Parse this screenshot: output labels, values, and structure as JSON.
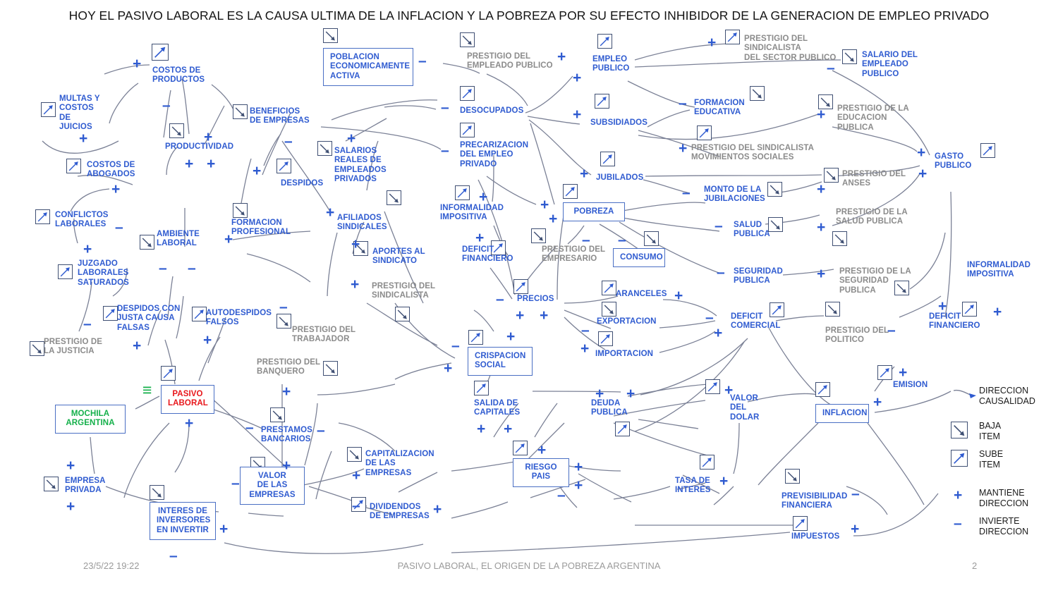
{
  "title": "HOY EL PASIVO LABORAL ES LA CAUSA ULTIMA DE LA INFLACION Y LA POBREZA POR SU EFECTO INHIBIDOR DE LA GENERACION DE EMPLEO PRIVADO",
  "footer": {
    "date": "23/5/22 19:22",
    "subject": "PASIVO LABORAL, EL ORIGEN DE LA POBREZA ARGENTINA",
    "page": "2"
  },
  "colors": {
    "node_blue": "#2f5bd0",
    "node_grey": "#8b8b8b",
    "accent_red": "#e8161b",
    "accent_green": "#14b04a",
    "link_grey": "#7b8196",
    "box_border": "#4a6fc4"
  },
  "legend": {
    "items": [
      {
        "icon": "arrow-icon",
        "label": "DIRECCION\nCAUSALIDAD"
      },
      {
        "icon": "down-arrow-icon",
        "label": "BAJA\nITEM"
      },
      {
        "icon": "up-arrow-icon",
        "label": "SUBE\nITEM"
      },
      {
        "icon": "plus-icon",
        "label": "MANTIENE\nDIRECCION"
      },
      {
        "icon": "minus-icon",
        "label": "INVIERTE\nDIRECCION"
      }
    ]
  },
  "chart_data": {
    "type": "diagram",
    "diagram_kind": "causal-loop-diagram",
    "title": "HOY EL PASIVO LABORAL ES LA CAUSA ULTIMA DE LA INFLACION Y LA POBREZA POR SU EFECTO INHIBIDOR DE LA GENERACION DE EMPLEO PRIVADO",
    "node_count": 62,
    "trend_legend": {
      "up": "SUBE ITEM",
      "down": "BAJA ITEM"
    },
    "polarity_legend": {
      "plus": "MANTIENE DIRECCION",
      "minus": "INVIERTE DIRECCION"
    }
  },
  "nodes": [
    {
      "id": "costos_productos",
      "label": "COSTOS DE\nPRODUCTOS",
      "trend": "up",
      "style": "blue",
      "boxed": false
    },
    {
      "id": "multas_juicios",
      "label": "MULTAS Y\nCOSTOS\nDE\nJUICIOS",
      "trend": "up",
      "style": "blue",
      "boxed": false
    },
    {
      "id": "costos_abogados",
      "label": "COSTOS DE\nABOGADOS",
      "trend": "up",
      "style": "blue",
      "boxed": false
    },
    {
      "id": "conflictos_lab",
      "label": "CONFLICTOS\nLABORALES",
      "trend": "up",
      "style": "blue",
      "boxed": false
    },
    {
      "id": "juzgado_sat",
      "label": "JUZGADO\nLABORALES\nSATURADOS",
      "trend": "up",
      "style": "blue",
      "boxed": false
    },
    {
      "id": "prestigio_justicia",
      "label": "PRESTIGIO DE\nLA JUSTICIA",
      "trend": "down",
      "style": "grey",
      "boxed": false
    },
    {
      "id": "despidos_falsos",
      "label": "DESPIDOS CON\nJUSTA CAUSA\nFALSAS",
      "trend": "up",
      "style": "blue",
      "boxed": false
    },
    {
      "id": "autodespidos",
      "label": "AUTODESPIDOS\nFALSOS",
      "trend": "up",
      "style": "blue",
      "boxed": false
    },
    {
      "id": "ambiente_laboral",
      "label": "AMBIENTE\nLABORAL",
      "trend": "down",
      "style": "blue",
      "boxed": false
    },
    {
      "id": "productividad",
      "label": "PRODUCTIVIDAD",
      "trend": "down",
      "style": "blue",
      "boxed": false
    },
    {
      "id": "formacion_prof",
      "label": "FORMACION\nPROFESIONAL",
      "trend": "down",
      "style": "blue",
      "boxed": false
    },
    {
      "id": "despidos",
      "label": "DESPIDOS",
      "trend": "up",
      "style": "blue",
      "boxed": false
    },
    {
      "id": "beneficios_emp",
      "label": "BENEFICIOS\nDE EMPRESAS",
      "trend": "down",
      "style": "blue",
      "boxed": false
    },
    {
      "id": "poblacion_activa",
      "label": "POBLACION\nECONOMICAMENTE\nACTIVA",
      "trend": "down",
      "style": "blue",
      "boxed": true
    },
    {
      "id": "salarios_reales",
      "label": "SALARIOS\nREALES DE\nEMPLEADOS\nPRIVADOS",
      "trend": "down",
      "style": "blue",
      "boxed": false
    },
    {
      "id": "afiliados_sind",
      "label": "AFILIADOS\nSINDICALES",
      "trend": "down",
      "style": "blue",
      "boxed": false
    },
    {
      "id": "aportes_sind",
      "label": "APORTES AL\nSINDICATO",
      "trend": "down",
      "style": "blue",
      "boxed": false
    },
    {
      "id": "prestigio_sind",
      "label": "PRESTIGIO DEL\nSINDICALISTA",
      "trend": "down",
      "style": "grey",
      "boxed": false
    },
    {
      "id": "desocupados",
      "label": "DESOCUPADOS",
      "trend": "up",
      "style": "blue",
      "boxed": false
    },
    {
      "id": "precarizacion",
      "label": "PRECARIZACION\nDEL EMPLEO\nPRIVADO",
      "trend": "up",
      "style": "blue",
      "boxed": false
    },
    {
      "id": "informalidad_imp",
      "label": "INFORMALIDAD\nIMPOSITIVA",
      "trend": "up",
      "style": "blue",
      "boxed": false
    },
    {
      "id": "deficit_fin_c",
      "label": "DEFICIT\nFINANCIERO",
      "trend": "up",
      "style": "blue",
      "boxed": false
    },
    {
      "id": "prestigio_emp_pub",
      "label": "PRESTIGIO DEL\nEMPLEADO PUBLICO",
      "trend": "down",
      "style": "grey",
      "boxed": false
    },
    {
      "id": "empleo_publico",
      "label": "EMPLEO\nPUBLICO",
      "trend": "up",
      "style": "blue",
      "boxed": false
    },
    {
      "id": "subsidiados",
      "label": "SUBSIDIADOS",
      "trend": "up",
      "style": "blue",
      "boxed": false
    },
    {
      "id": "jubilados",
      "label": "JUBILADOS",
      "trend": "up",
      "style": "blue",
      "boxed": false
    },
    {
      "id": "pobreza",
      "label": "POBREZA",
      "trend": "up",
      "style": "blue",
      "boxed": true
    },
    {
      "id": "prestigio_empres",
      "label": "PRESTIGIO DEL\nEMPRESARIO",
      "trend": "down",
      "style": "grey",
      "boxed": false
    },
    {
      "id": "consumo",
      "label": "CONSUMO",
      "trend": "down",
      "style": "blue",
      "boxed": true
    },
    {
      "id": "precios",
      "label": "PRECIOS",
      "trend": "up",
      "style": "blue",
      "boxed": false
    },
    {
      "id": "prest_sind_pub",
      "label": "PRESTIGIO DEL\nSINDICALISTA\nDEL SECTOR PUBLICO",
      "trend": "up",
      "style": "grey",
      "boxed": false
    },
    {
      "id": "salario_emp_pub",
      "label": "SALARIO DEL\nEMPLEADO\nPUBLICO",
      "trend": "down",
      "style": "blue",
      "boxed": false
    },
    {
      "id": "formacion_edu",
      "label": "FORMACION\nEDUCATIVA",
      "trend": "down",
      "style": "blue",
      "boxed": false
    },
    {
      "id": "prest_sind_mov",
      "label": "PRESTIGIO DEL SINDICALISTA\nMOVIMIENTOS SOCIALES",
      "trend": "up",
      "style": "grey",
      "boxed": false
    },
    {
      "id": "prest_edu_pub",
      "label": "PRESTIGIO DE LA\nEDUCACION\nPUBLICA",
      "trend": "down",
      "style": "grey",
      "boxed": false
    },
    {
      "id": "monto_jubilaciones",
      "label": "MONTO DE LA\nJUBILACIONES",
      "trend": "down",
      "style": "blue",
      "boxed": false
    },
    {
      "id": "prest_anses",
      "label": "PRESTIGIO DEL\nANSES",
      "trend": "down",
      "style": "grey",
      "boxed": false
    },
    {
      "id": "salud_publica",
      "label": "SALUD\nPUBLICA",
      "trend": "down",
      "style": "blue",
      "boxed": false
    },
    {
      "id": "prest_salud_pub",
      "label": "PRESTIGIO DE  LA\nSALUD PUBLICA",
      "trend": "down",
      "style": "grey",
      "boxed": false
    },
    {
      "id": "seguridad_publica",
      "label": "SEGURIDAD\nPUBLICA",
      "trend": "down",
      "style": "blue",
      "boxed": false
    },
    {
      "id": "prest_seg_pub",
      "label": "PRESTIGIO DE LA\nSEGURIDAD\nPUBLICA",
      "trend": "down",
      "style": "grey",
      "boxed": false
    },
    {
      "id": "gasto_publico",
      "label": "GASTO\nPUBLICO",
      "trend": "up",
      "style": "blue",
      "boxed": false
    },
    {
      "id": "aranceles",
      "label": "ARANCELES",
      "trend": "up",
      "style": "blue",
      "boxed": false
    },
    {
      "id": "exportacion",
      "label": "EXPORTACION",
      "trend": "down",
      "style": "blue",
      "boxed": false
    },
    {
      "id": "importacion",
      "label": "IMPORTACION",
      "trend": "up",
      "style": "blue",
      "boxed": false
    },
    {
      "id": "deficit_comercial",
      "label": "DEFICIT\nCOMERCIAL",
      "trend": "up",
      "style": "blue",
      "boxed": false
    },
    {
      "id": "prest_politico",
      "label": "PRESTIGIO DEL\nPOLITICO",
      "trend": "down",
      "style": "grey",
      "boxed": false
    },
    {
      "id": "informalidad_imp2",
      "label": "INFORMALIDAD\nIMPOSITIVA",
      "trend": "none",
      "style": "blue",
      "boxed": false
    },
    {
      "id": "deficit_fin_r",
      "label": "DEFICIT\nFINANCIERO",
      "trend": "up",
      "style": "blue",
      "boxed": false
    },
    {
      "id": "prestigio_trab",
      "label": "PRESTIGIO DEL\nTRABAJADOR",
      "trend": "down",
      "style": "grey",
      "boxed": false
    },
    {
      "id": "prestigio_banquero",
      "label": "PRESTIGIO DEL\nBANQUERO",
      "trend": "down",
      "style": "grey",
      "boxed": false
    },
    {
      "id": "pasivo_laboral",
      "label": "PASIVO\nLABORAL",
      "trend": "up",
      "style": "red",
      "boxed": true
    },
    {
      "id": "mochila_argentina",
      "label": "MOCHILA\nARGENTINA",
      "trend": "none",
      "style": "green",
      "boxed": true
    },
    {
      "id": "empresa_privada",
      "label": "EMPRESA\nPRIVADA",
      "trend": "down",
      "style": "blue",
      "boxed": false
    },
    {
      "id": "prestamos_banc",
      "label": "PRESTAMOS\nBANCARIOS",
      "trend": "down",
      "style": "blue",
      "boxed": false
    },
    {
      "id": "valor_empresas",
      "label": "VALOR\nDE  LAS\nEMPRESAS",
      "trend": "down",
      "style": "blue",
      "boxed": true
    },
    {
      "id": "capitalizacion",
      "label": "CAPITALIZACION\nDE LAS\nEMPRESAS",
      "trend": "down",
      "style": "blue",
      "boxed": false
    },
    {
      "id": "dividendos",
      "label": "DIVIDENDOS\nDE EMPRESAS",
      "trend": "up",
      "style": "blue",
      "boxed": false
    },
    {
      "id": "interes_inversores",
      "label": "INTERES DE\nINVERSORES\nEN INVERTIR",
      "trend": "down",
      "style": "blue",
      "boxed": true
    },
    {
      "id": "crispacion_social",
      "label": "CRISPACION\nSOCIAL",
      "trend": "up",
      "style": "blue",
      "boxed": true
    },
    {
      "id": "salida_capitales",
      "label": "SALIDA DE\nCAPITALES",
      "trend": "up",
      "style": "blue",
      "boxed": false
    },
    {
      "id": "deuda_publica",
      "label": "DEUDA\nPUBLICA",
      "trend": "up",
      "style": "blue",
      "boxed": false
    },
    {
      "id": "valor_dolar",
      "label": "VALOR\nDEL\nDOLAR",
      "trend": "up",
      "style": "blue",
      "boxed": false
    },
    {
      "id": "riesgo_pais",
      "label": "RIESGO\nPAIS",
      "trend": "up",
      "style": "blue",
      "boxed": true
    },
    {
      "id": "tasa_interes",
      "label": "TASA DE\nINTERES",
      "trend": "up",
      "style": "blue",
      "boxed": false
    },
    {
      "id": "inflacion",
      "label": "INFLACION",
      "trend": "up",
      "style": "blue",
      "boxed": true
    },
    {
      "id": "emision",
      "label": "EMISION",
      "trend": "up",
      "style": "blue",
      "boxed": false
    },
    {
      "id": "previsibilidad",
      "label": "PREVISIBILIDAD\nFINANCIERA",
      "trend": "down",
      "style": "blue",
      "boxed": false
    },
    {
      "id": "impuestos",
      "label": "IMPUESTOS",
      "trend": "up",
      "style": "blue",
      "boxed": false
    }
  ]
}
